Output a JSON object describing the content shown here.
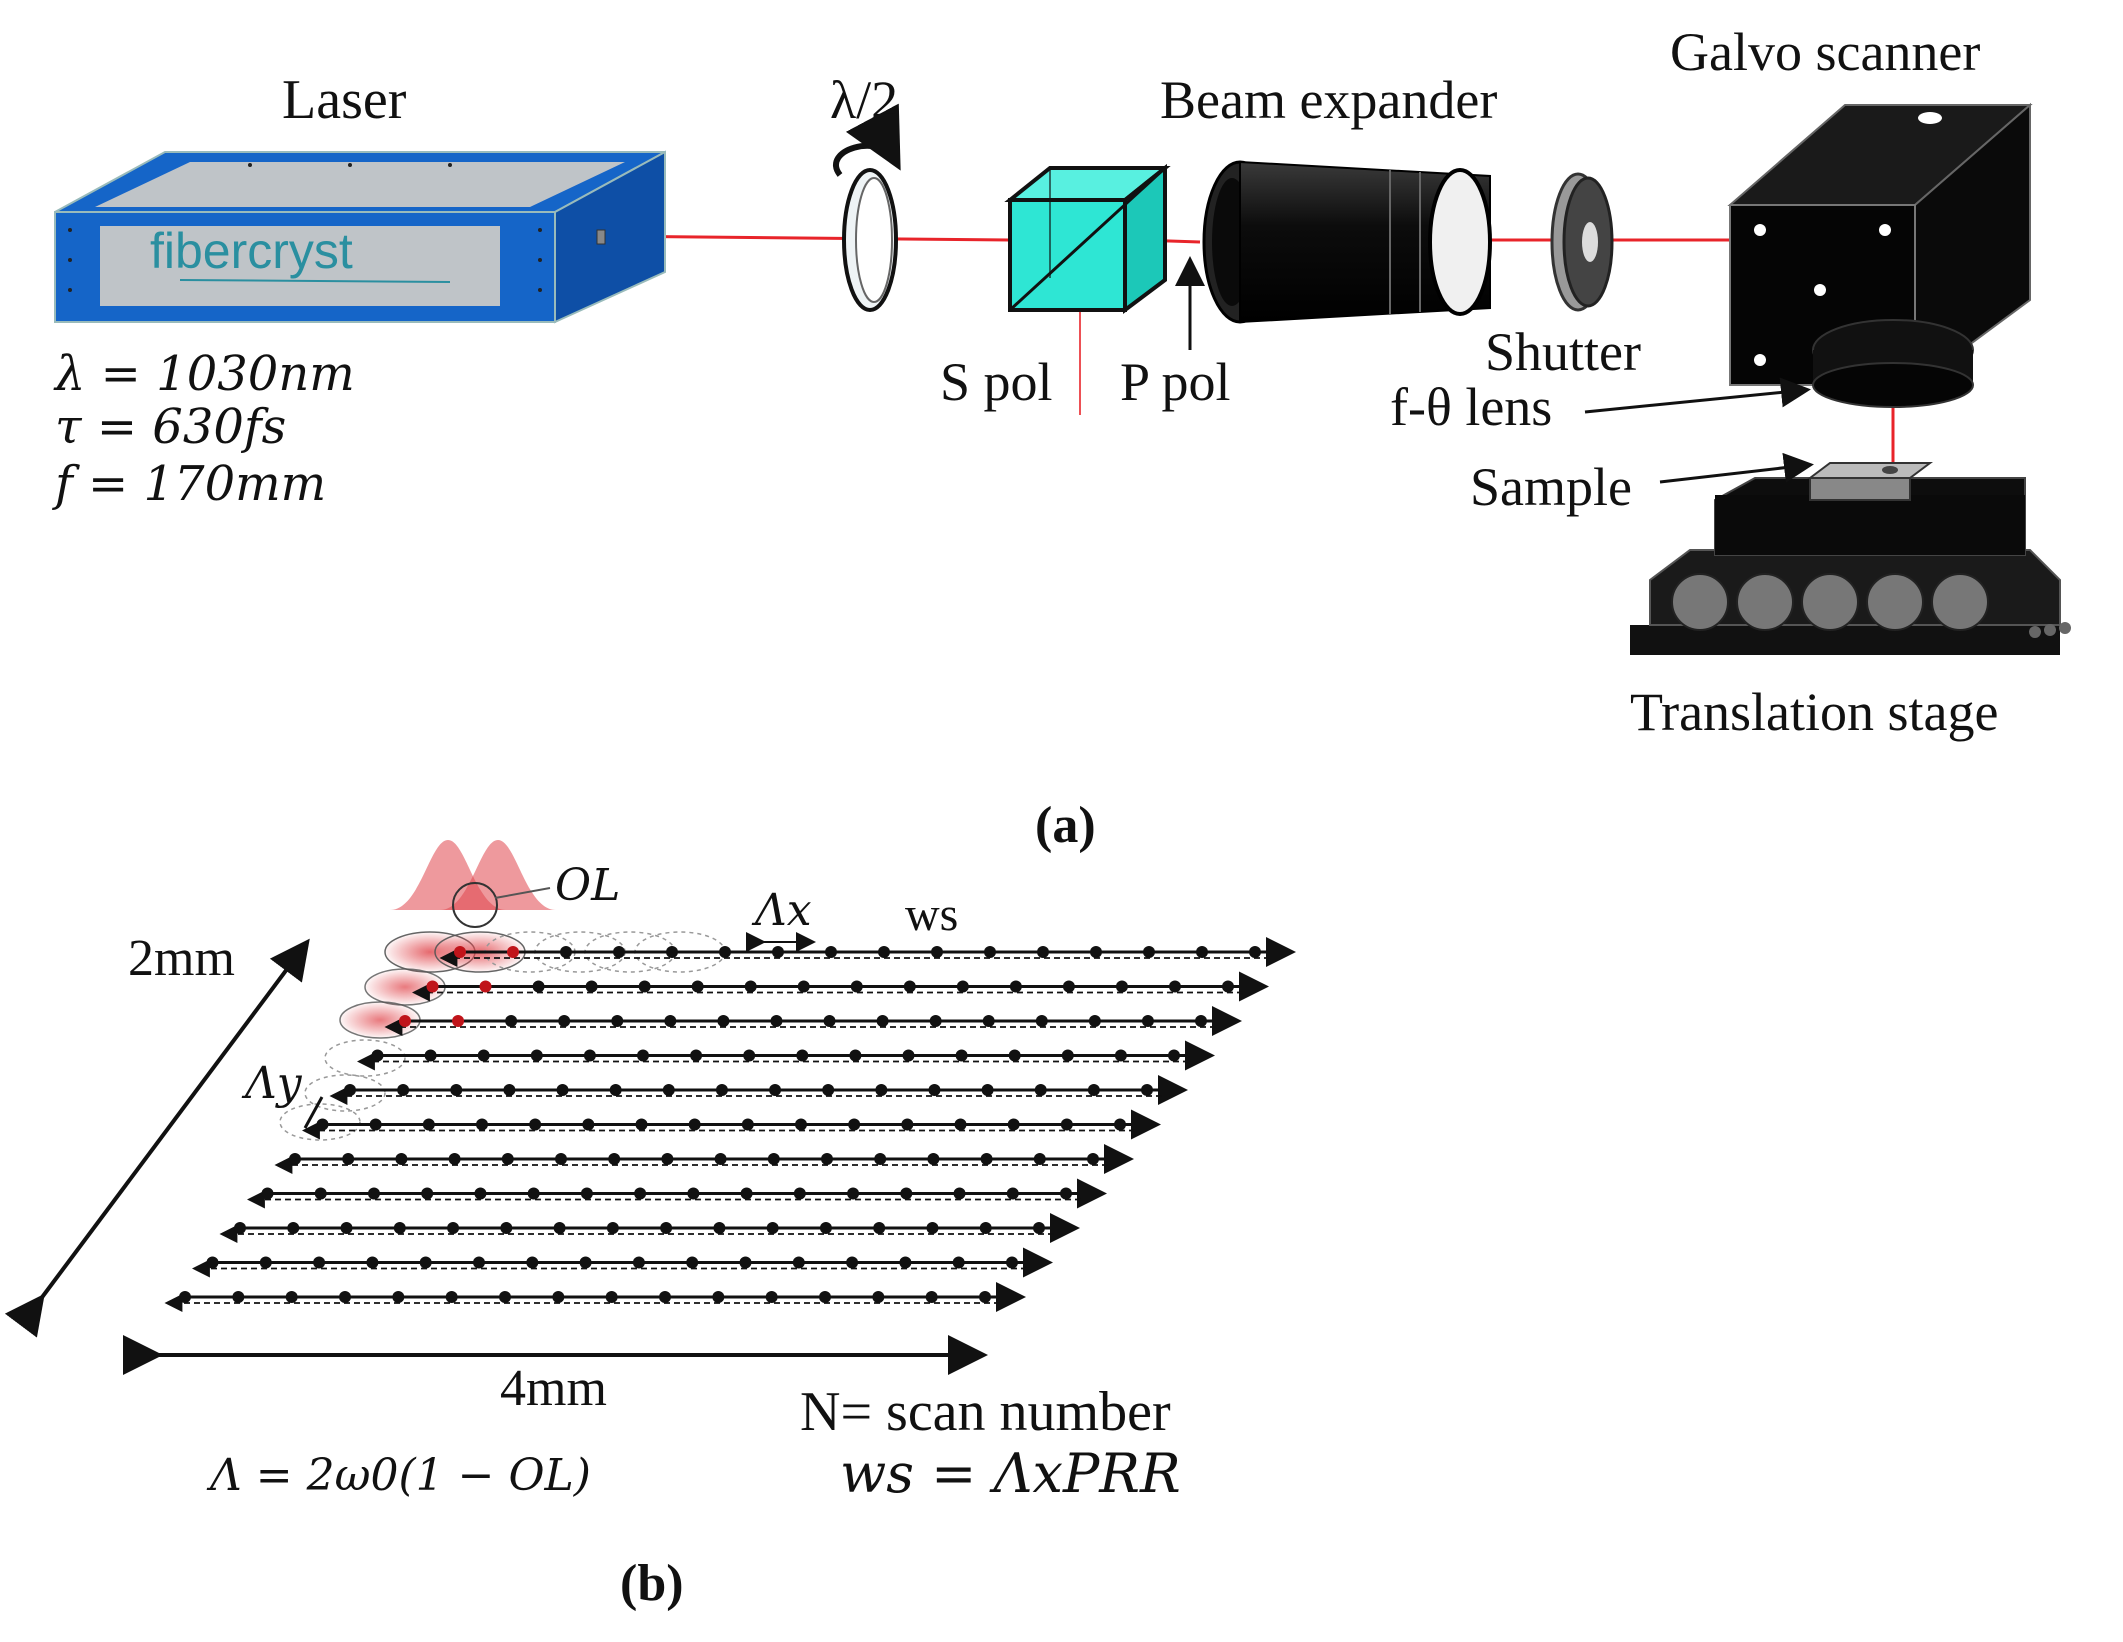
{
  "panel_a": {
    "laser_label": "Laser",
    "laser_brand": "fibercryst",
    "params": [
      "λ = 1030nm",
      "τ = 630fs",
      "f = 170mm"
    ],
    "halfwave_label": "λ/2",
    "beam_expander_label": "Beam expander",
    "galvo_label": "Galvo scanner",
    "s_pol_label": "S pol",
    "p_pol_label": "P pol",
    "shutter_label": "Shutter",
    "ftheta_label": "f-θ lens",
    "sample_label": "Sample",
    "stage_label": "Translation stage",
    "caption": "(a)"
  },
  "panel_b": {
    "overlap_label": "OL",
    "lambda_x_label": "Λx",
    "ws_label": "ws",
    "lambda_y_label": "Λy",
    "dim_y_label": "2mm",
    "dim_x_label": "4mm",
    "formula_lambda": "Λ = 2ω0(1 − OL)",
    "n_label": "N= scan number",
    "ws_formula": "ws = ΛxPRR",
    "caption": "(b)"
  },
  "colors": {
    "laser_blue": "#1565c8",
    "beam_red": "#e8242a",
    "cube_cyan": "#2ee6d4",
    "gaussian_red": "#e0464c"
  }
}
